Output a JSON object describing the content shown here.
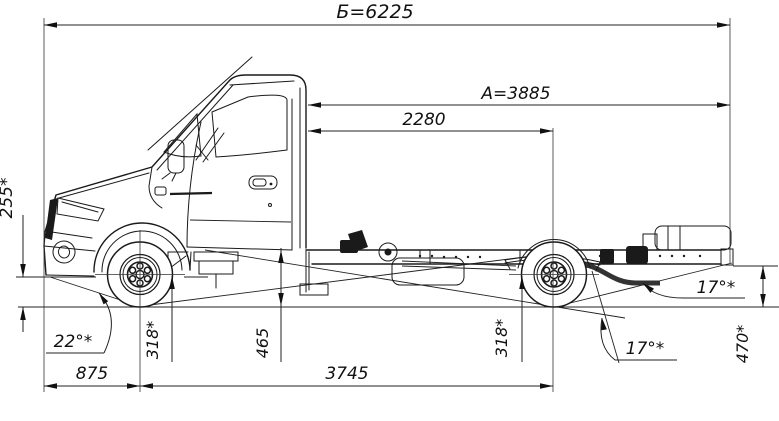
{
  "drawing": {
    "kind": "chassis-cab truck side-view dimensional drawing",
    "background": "#ffffff",
    "line_color": "#1a1a1a"
  },
  "dimensions": {
    "overall_length": {
      "label": "Б=6225",
      "value": 6225,
      "unit": "mm"
    },
    "cab_to_frame_end": {
      "label": "А=3885",
      "value": 3885,
      "unit": "mm"
    },
    "cab_to_rear_axle": {
      "label": "2280",
      "value": 2280,
      "unit": "mm"
    },
    "wheelbase": {
      "label": "3745",
      "value": 3745,
      "unit": "mm"
    },
    "front_overhang": {
      "label": "875",
      "value": 875,
      "unit": "mm"
    },
    "bumper_clearance": {
      "label": "255*",
      "value": 255,
      "unit": "mm"
    },
    "front_axle_clearance": {
      "label": "318*",
      "value": 318,
      "unit": "mm"
    },
    "frame_mid_clearance": {
      "label": "465",
      "value": 465,
      "unit": "mm"
    },
    "rear_axle_clearance": {
      "label": "318*",
      "value": 318,
      "unit": "mm"
    },
    "rear_frame_height": {
      "label": "470*",
      "value": 470,
      "unit": "mm"
    },
    "approach_angle": {
      "label": "22°*",
      "value": 22,
      "unit": "deg"
    },
    "departure_angle": {
      "label": "17°*",
      "value": 17,
      "unit": "deg"
    },
    "ramp_angle": {
      "label": "17°*",
      "value": 17,
      "unit": "deg"
    }
  }
}
